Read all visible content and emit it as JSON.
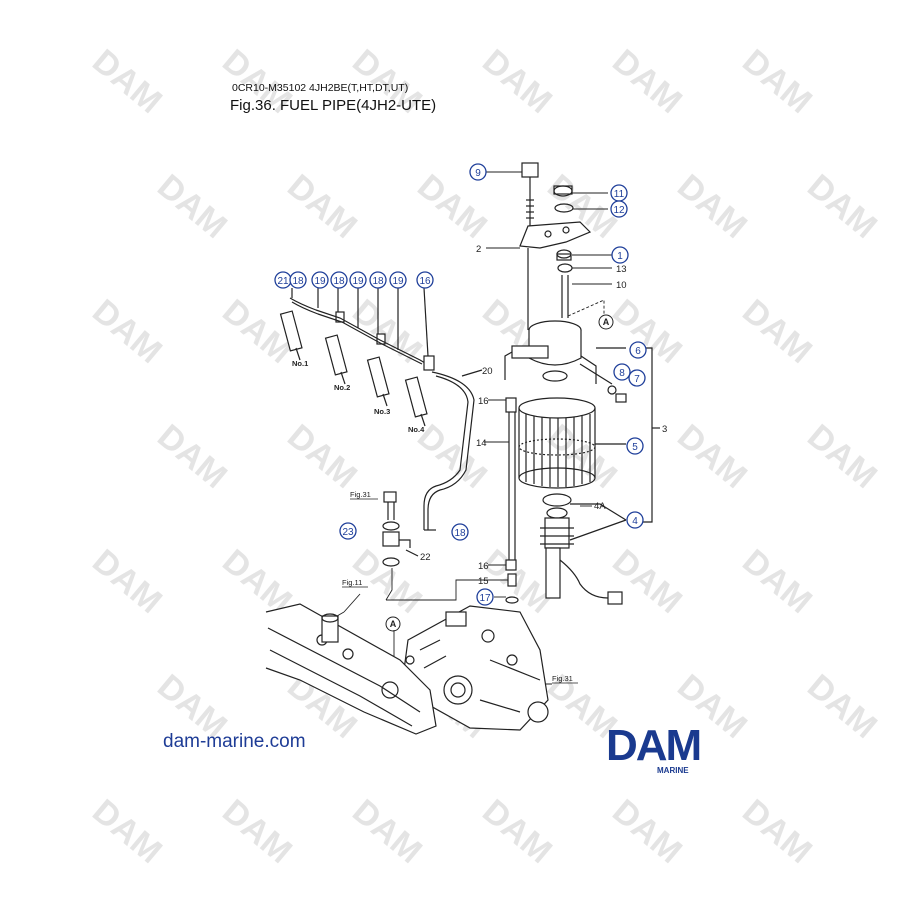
{
  "header": {
    "code_line": "0CR10-M35102    4JH2BE(T,HT,DT,UT)",
    "title": "Fig.36.  FUEL PIPE(4JH2-UTE)"
  },
  "watermark": "DAM",
  "site_url": "dam-marine.com",
  "logo": {
    "main": "DAM",
    "sub": "MARINE",
    "color": "#1a3a8f"
  },
  "callouts": {
    "p9": "9",
    "p11": "11",
    "p12": "12",
    "p1": "1",
    "p6": "6",
    "p8": "8",
    "p7": "7",
    "p5": "5",
    "p4": "4",
    "p17": "17",
    "p18": "18",
    "p23": "23",
    "p21": "21",
    "p18a": "18",
    "p19a": "19",
    "p18b": "18",
    "p19b": "19",
    "p18c": "18",
    "p19c": "19",
    "p16top": "16"
  },
  "labels": {
    "l2": "2",
    "l13": "13",
    "l10": "10",
    "lA": "A",
    "l3": "3",
    "l16a": "16",
    "l14": "14",
    "l4A": "4A",
    "l16b": "16",
    "l15": "15",
    "l20": "20",
    "l22": "22",
    "lA2": "A",
    "no1": "No.1",
    "no2": "No.2",
    "no3": "No.3",
    "no4": "No.4",
    "fig31a": "Fig.31",
    "fig11": "Fig.11",
    "fig31b": "Fig.31"
  },
  "colors": {
    "callout": "#1f3f9a",
    "line": "#222222",
    "watermark": "#e4e4e4"
  }
}
